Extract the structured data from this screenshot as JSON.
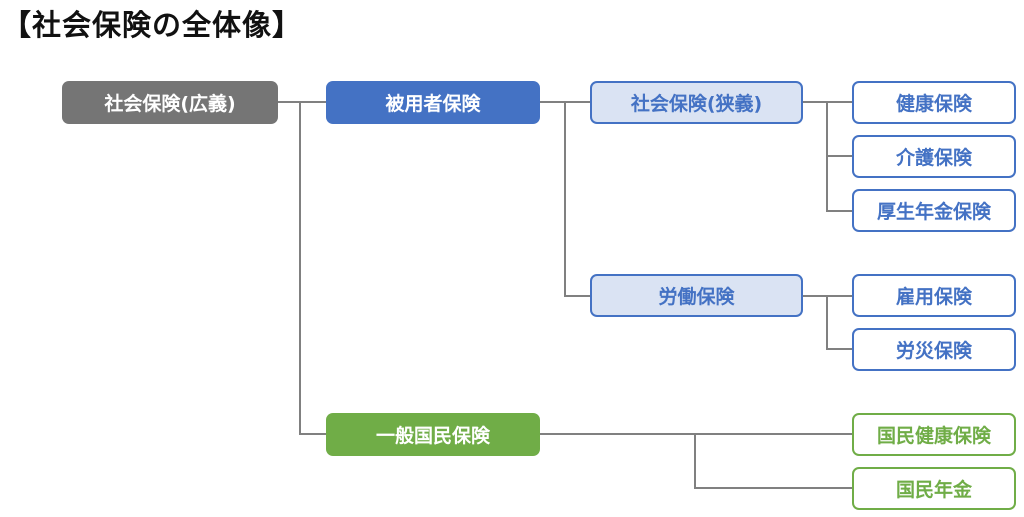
{
  "title": "【社会保険の全体像】",
  "nodes": {
    "social_insurance_broad": "社会保険(広義)",
    "employee_insurance": "被用者保険",
    "general_national_insurance": "一般国民保険",
    "social_insurance_narrow": "社会保険(狭義)",
    "labor_insurance": "労働保険",
    "health_insurance": "健康保険",
    "nursing_care_insurance": "介護保険",
    "welfare_pension_insurance": "厚生年金保険",
    "employment_insurance": "雇用保険",
    "workers_accident_insurance": "労災保険",
    "national_health_insurance": "国民健康保険",
    "national_pension": "国民年金"
  },
  "colors": {
    "root": "#757575",
    "employee_branch": "#4472c4",
    "national_branch": "#70ad47",
    "light_fill": "#dae3f3",
    "connector": "#808080"
  }
}
